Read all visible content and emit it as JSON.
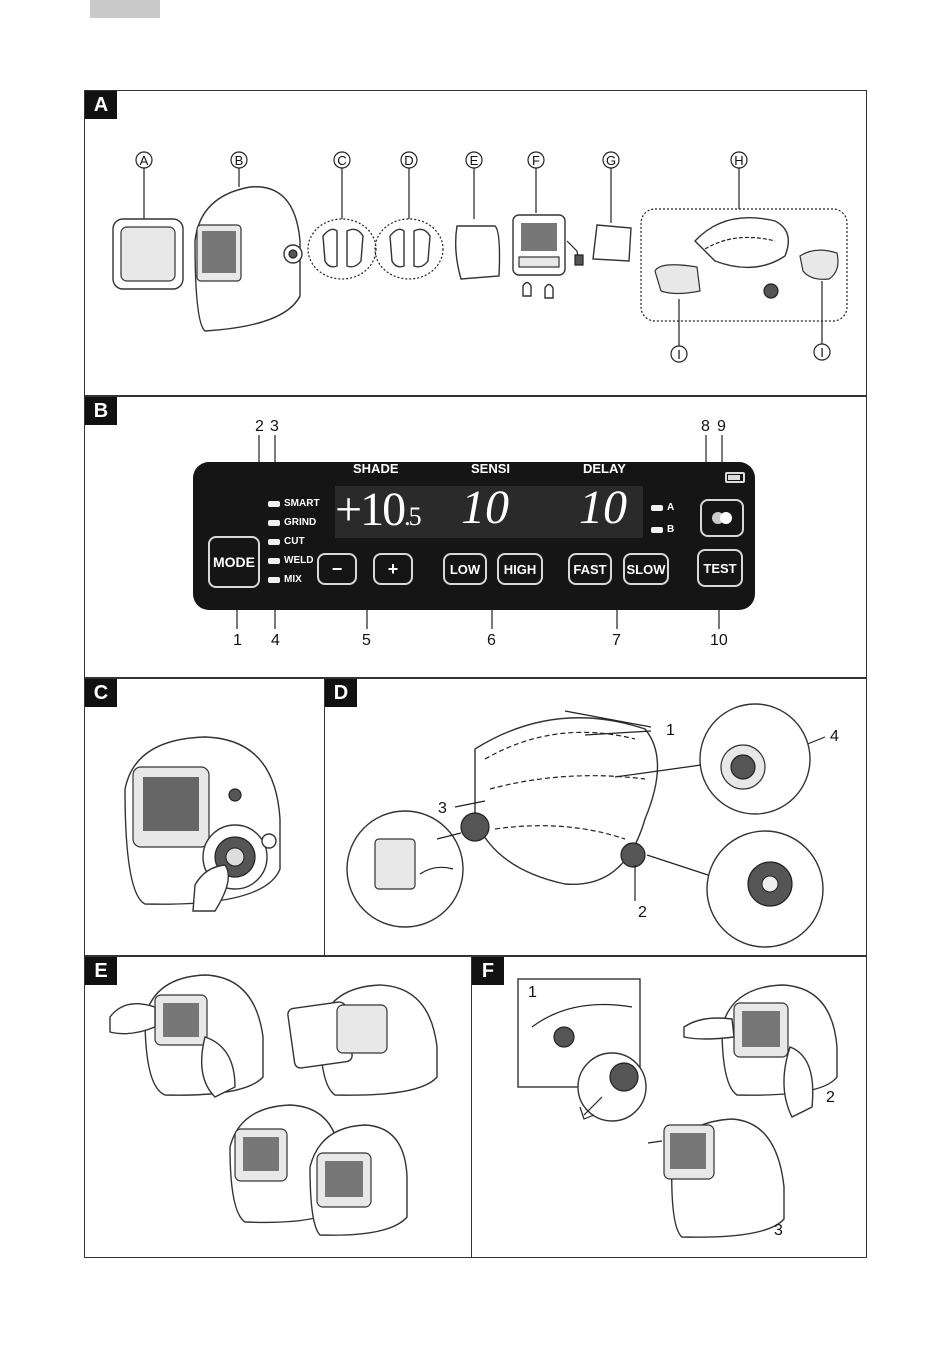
{
  "sections": {
    "a": "A",
    "b": "B",
    "c": "C",
    "d": "D",
    "e": "E",
    "f": "F"
  },
  "parts": [
    "A",
    "B",
    "C",
    "D",
    "E",
    "F",
    "G",
    "H",
    "I",
    "I"
  ],
  "panel": {
    "headers": {
      "shade": "SHADE",
      "sensi": "SENSI",
      "delay": "DELAY"
    },
    "modes": [
      "SMART",
      "GRIND",
      "CUT",
      "WELD",
      "MIX"
    ],
    "shade_value_main": "+10",
    "shade_value_sub": ".5",
    "sensi_value": "10",
    "delay_value": "10",
    "memory": [
      "A",
      "B"
    ],
    "buttons": {
      "mode": "MODE",
      "minus": "−",
      "plus": "+",
      "low": "LOW",
      "high": "HIGH",
      "fast": "FAST",
      "slow": "SLOW",
      "test": "TEST"
    },
    "callouts_top": [
      "2",
      "3",
      "8",
      "9"
    ],
    "callouts_bottom": [
      "1",
      "4",
      "5",
      "6",
      "7",
      "10"
    ]
  },
  "d_callouts": [
    "1",
    "2",
    "3",
    "4"
  ],
  "f_callouts": [
    "1",
    "2",
    "3"
  ]
}
